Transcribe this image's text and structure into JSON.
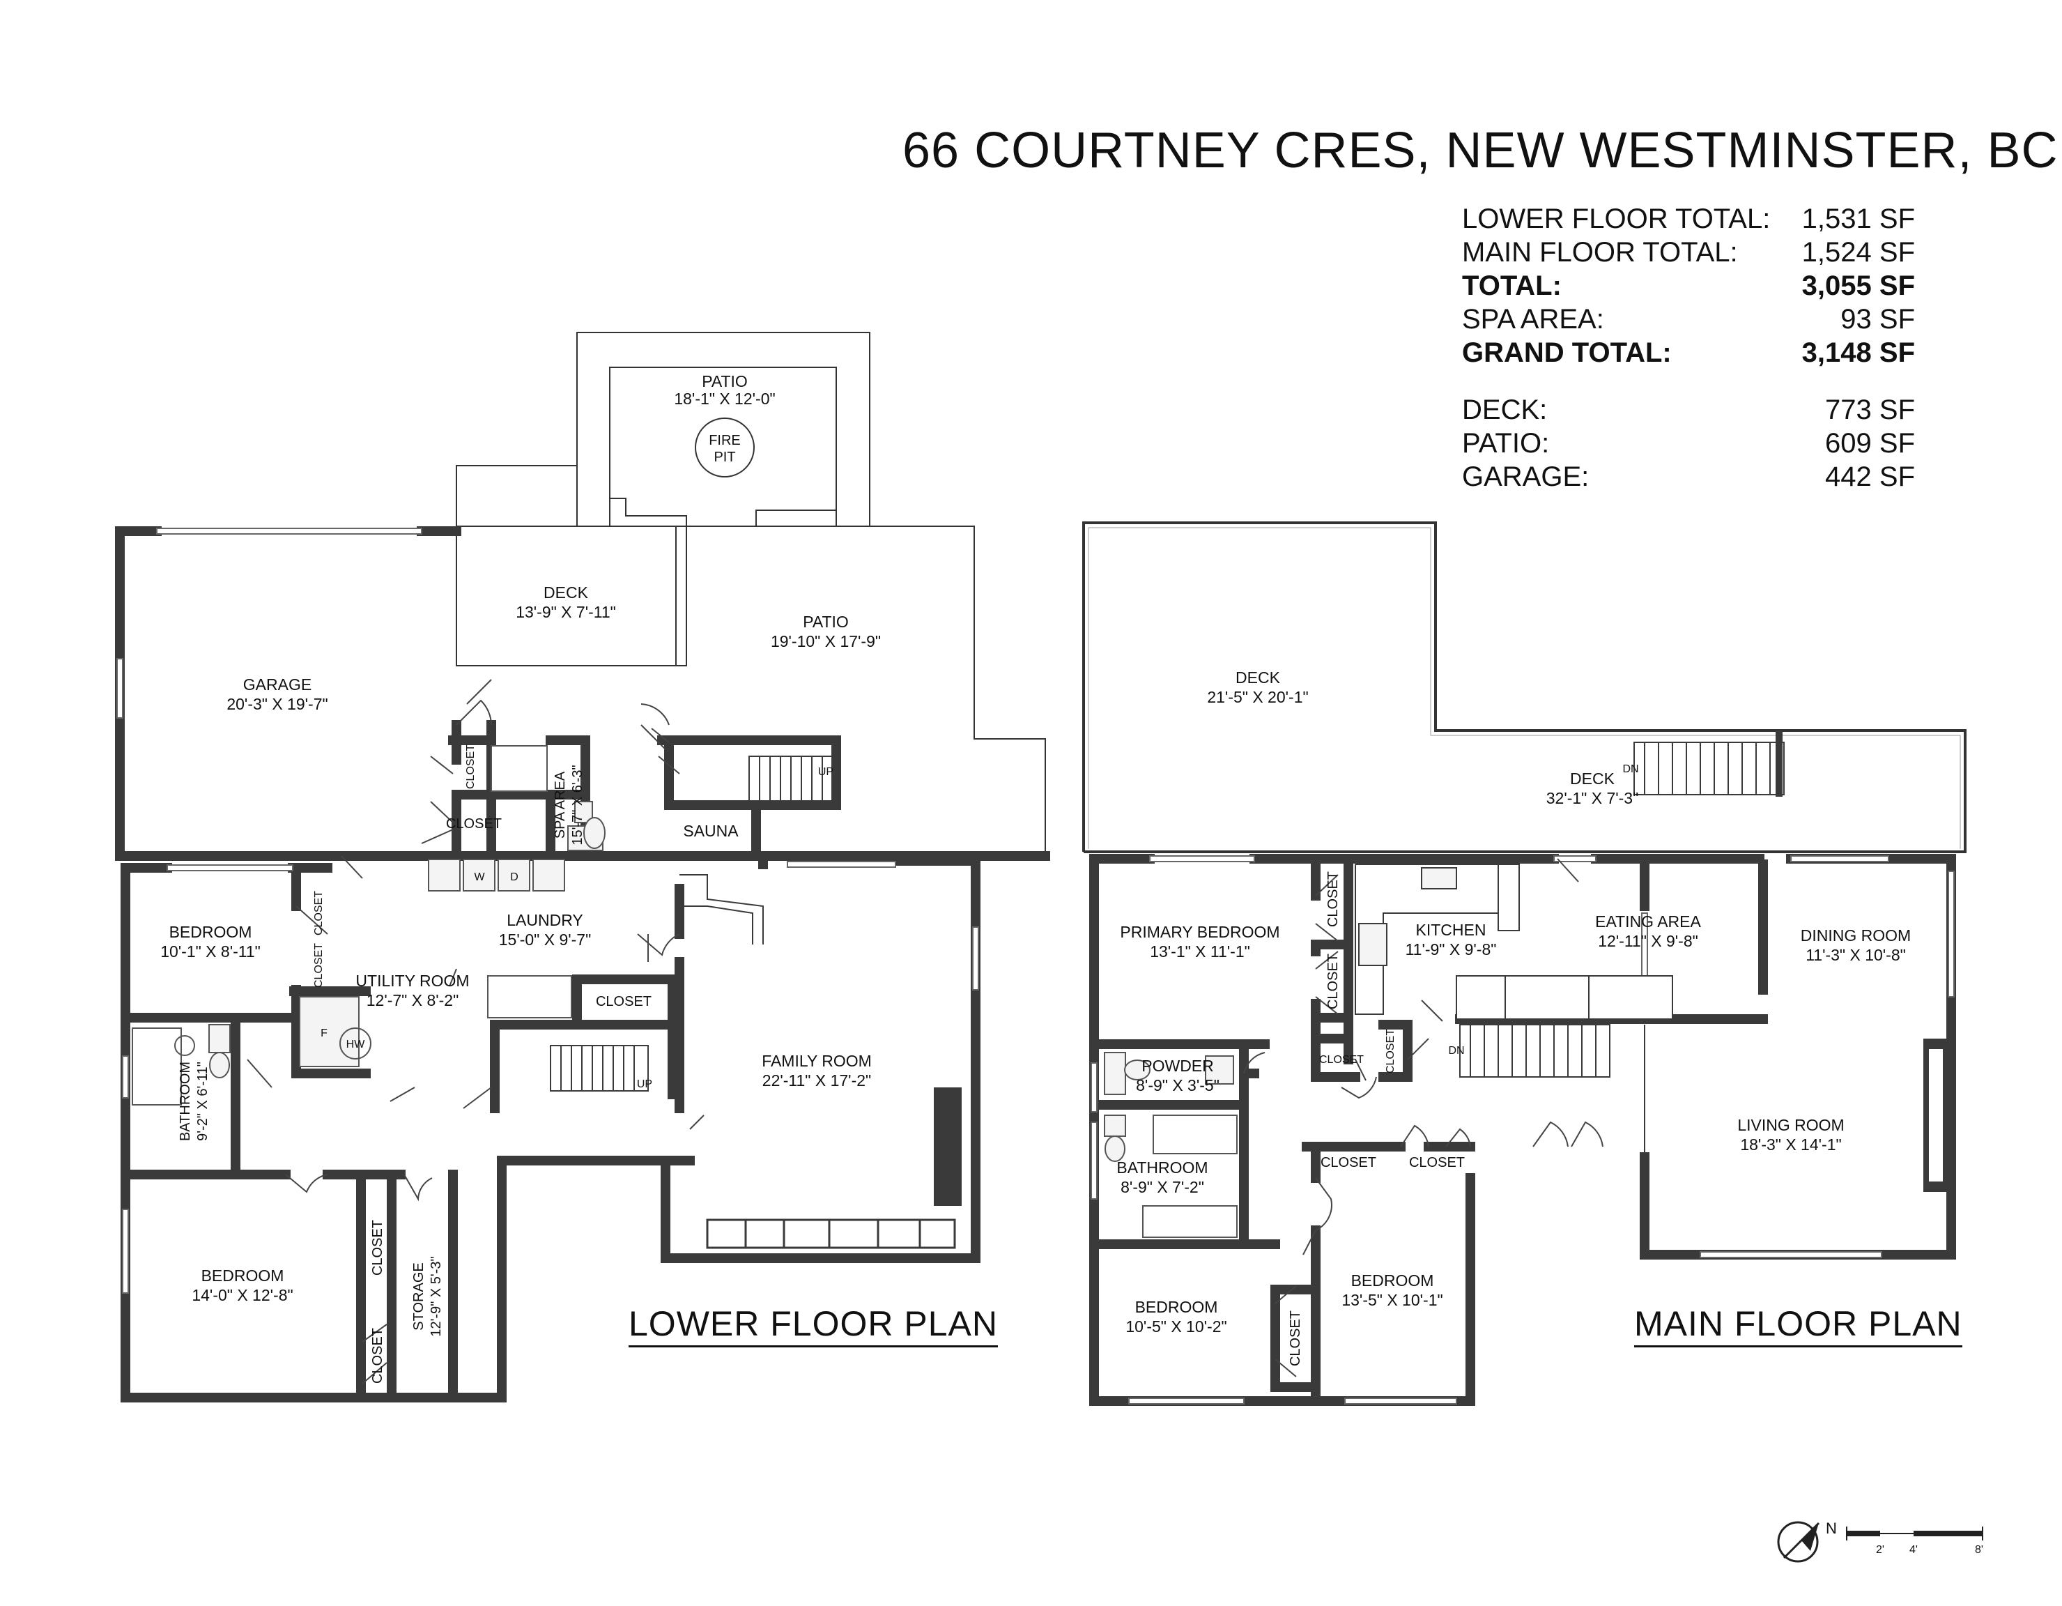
{
  "title": "66 COURTNEY CRES, NEW WESTMINSTER, BC",
  "stats": [
    {
      "label": "LOWER FLOOR TOTAL:",
      "value": "1,531 SF",
      "bold": false
    },
    {
      "label": "MAIN FLOOR TOTAL:",
      "value": "1,524 SF",
      "bold": false
    },
    {
      "label": "TOTAL:",
      "value": "3,055 SF",
      "bold": true
    },
    {
      "label": "SPA AREA:",
      "value": "93 SF",
      "bold": false
    },
    {
      "label": "GRAND TOTAL:",
      "value": "3,148 SF",
      "bold": true
    }
  ],
  "stats2": [
    {
      "label": "DECK:",
      "value": "773 SF"
    },
    {
      "label": "PATIO:",
      "value": "609 SF"
    },
    {
      "label": "GARAGE:",
      "value": "442 SF"
    }
  ],
  "lower_floor": {
    "title": "LOWER FLOOR PLAN",
    "patio_top": {
      "name": "PATIO",
      "dims": "18'-1\" X 12'-0\""
    },
    "fire_pit": {
      "line1": "FIRE",
      "line2": "PIT"
    },
    "deck": {
      "name": "DECK",
      "dims": "13'-9\" X 7'-11\""
    },
    "patio": {
      "name": "PATIO",
      "dims": "19'-10\" X 17'-9\""
    },
    "garage": {
      "name": "GARAGE",
      "dims": "20'-3\" X 19'-7\""
    },
    "spa_area": {
      "name": "SPA AREA",
      "dims": "15'-7\" X 6'-3\""
    },
    "sauna": "SAUNA",
    "laundry": {
      "name": "LAUNDRY",
      "dims": "15'-0\" X 9'-7\""
    },
    "bedroom1": {
      "name": "BEDROOM",
      "dims": "10'-1\" X 8'-11\""
    },
    "utility": {
      "name": "UTILITY ROOM",
      "dims": "12'-7\" X 8'-2\""
    },
    "bathroom": {
      "name": "BATHROOM",
      "dims": "9'-2\" X 6'-11\""
    },
    "family": {
      "name": "FAMILY ROOM",
      "dims": "22'-11\" X 17'-2\""
    },
    "bedroom2": {
      "name": "BEDROOM",
      "dims": "14'-0\" X 12'-8\""
    },
    "storage": {
      "name": "STORAGE",
      "dims": "12'-9\" X 5'-3\""
    },
    "closet": "CLOSET",
    "up": "UP",
    "hw": "HW",
    "w": "W",
    "d": "D",
    "f": "F"
  },
  "main_floor": {
    "title": "MAIN FLOOR PLAN",
    "deck_big": {
      "name": "DECK",
      "dims": "21'-5\" X 20'-1\""
    },
    "deck_strip": {
      "name": "DECK",
      "dims": "32'-1\" X 7'-3\""
    },
    "primary": {
      "name": "PRIMARY BEDROOM",
      "dims": "13'-1\" X 11'-1\""
    },
    "kitchen": {
      "name": "KITCHEN",
      "dims": "11'-9\" X 9'-8\""
    },
    "eating": {
      "name": "EATING AREA",
      "dims": "12'-11\" X 9'-8\""
    },
    "dining": {
      "name": "DINING ROOM",
      "dims": "11'-3\" X 10'-8\""
    },
    "powder": {
      "name": "POWDER",
      "dims": "8'-9\" X 3'-5\""
    },
    "bathroom": {
      "name": "BATHROOM",
      "dims": "8'-9\" X 7'-2\""
    },
    "living": {
      "name": "LIVING ROOM",
      "dims": "18'-3\" X 14'-1\""
    },
    "bedroom1": {
      "name": "BEDROOM",
      "dims": "10'-5\" X 10'-2\""
    },
    "bedroom2": {
      "name": "BEDROOM",
      "dims": "13'-5\" X 10'-1\""
    },
    "closet": "CLOSET",
    "dn": "DN"
  },
  "compass": {
    "north": "N"
  },
  "scale": {
    "t2": "2'",
    "t4": "4'",
    "t8": "8'"
  }
}
